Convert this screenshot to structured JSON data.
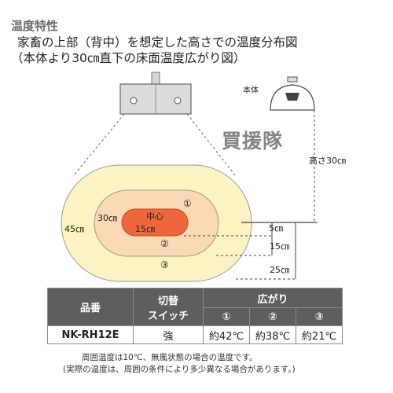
{
  "header": {
    "section": "温度特性",
    "title_line1": "家畜の上部（背中）を想定した高さでの温度分布図",
    "title_line2": "（本体より30㎝直下の床面温度広がり図）"
  },
  "diagram": {
    "device_label": "本体",
    "height_label": "高さ30㎝",
    "center_label": "中心",
    "center_temp": "15㎝",
    "ring_label_inner": "30㎝",
    "ring_label_outer": "45㎝",
    "markers": [
      "①",
      "②",
      "③"
    ],
    "dim_5": "5㎝",
    "dim_15": "15㎝",
    "dim_25": "25㎝",
    "watermark": "買援隊",
    "colors": {
      "outer_zone": "#fcf2c2",
      "middle_zone": "#fbd9b5",
      "center_zone": "#f0663c",
      "outline": "#999999"
    }
  },
  "table": {
    "col_model": "品番",
    "col_switch_line1": "切替",
    "col_switch_line2": "スイッチ",
    "col_spread": "広がり",
    "sub_headers": [
      "①",
      "②",
      "③"
    ],
    "row": {
      "model": "NK-RH12E",
      "switch": "強",
      "values": [
        "約42℃",
        "約38℃",
        "約21℃"
      ]
    }
  },
  "notes": {
    "line1": "周囲温度は10℃、無風状態の場合の温度です。",
    "line2": "(実際の温度は、周囲の条件により多少異なる場合があります。)"
  }
}
